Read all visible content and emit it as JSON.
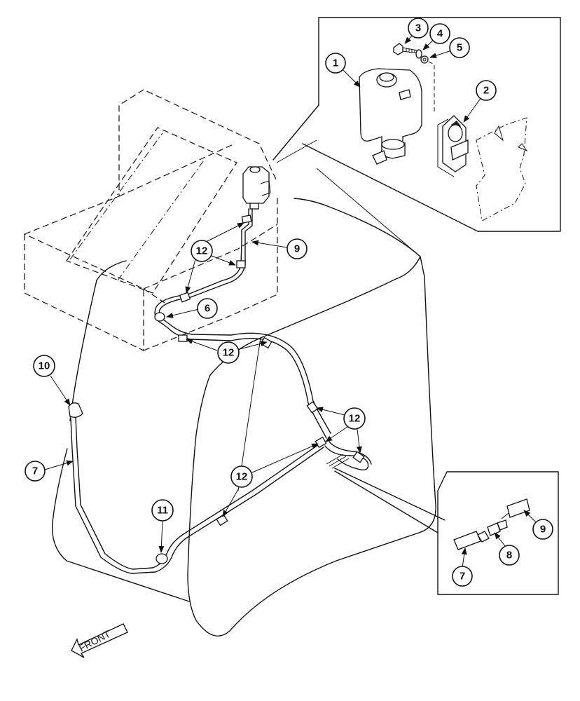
{
  "callouts": {
    "c1": "1",
    "c2": "2",
    "c3": "3",
    "c4": "4",
    "c5": "5",
    "c6": "6",
    "c7": "7",
    "c7b": "7",
    "c8": "8",
    "c9": "9",
    "c9b": "9",
    "c10": "10",
    "c11": "11",
    "c12a": "12",
    "c12b": "12",
    "c12c": "12",
    "c12d": "12"
  },
  "direction_label": "FRONT"
}
